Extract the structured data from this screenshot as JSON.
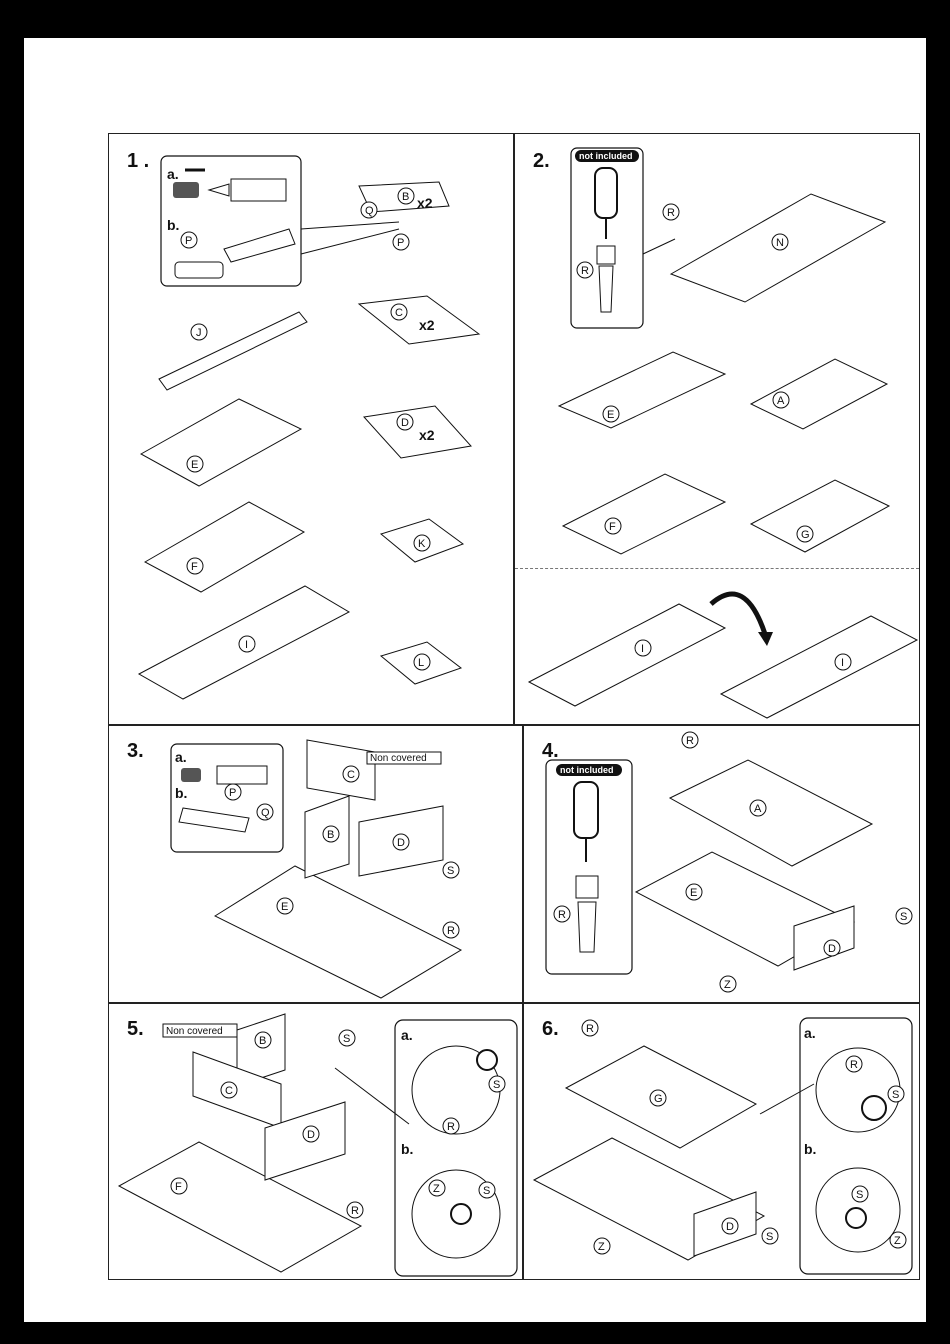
{
  "steps": [
    {
      "num": "1 ."
    },
    {
      "num": "2."
    },
    {
      "num": "3."
    },
    {
      "num": "4."
    },
    {
      "num": "5."
    },
    {
      "num": "6."
    }
  ],
  "labels": {
    "a": "a.",
    "b": "b.",
    "P": "P",
    "Q": "Q",
    "R": "R",
    "S": "S",
    "Z": "Z",
    "A": "A",
    "B": "B",
    "C": "C",
    "D": "D",
    "E": "E",
    "F": "F",
    "G": "G",
    "I": "I",
    "J": "J",
    "K": "K",
    "L": "L",
    "N": "N",
    "x2": "x2"
  },
  "notes": {
    "not_included": "not included",
    "non_covered": "Non covered"
  }
}
